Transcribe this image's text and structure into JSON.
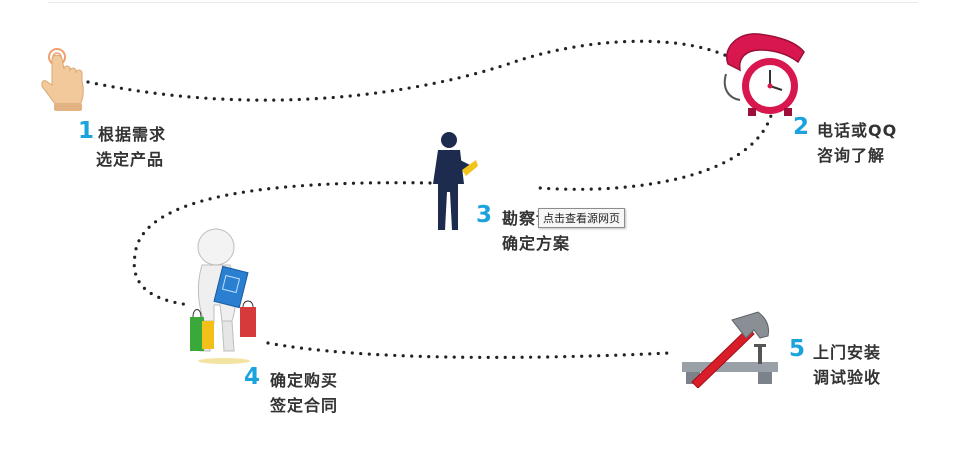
{
  "steps": [
    {
      "num": "1",
      "line1": "根据需求",
      "line2": "选定产品"
    },
    {
      "num": "2",
      "line1": "电话或QQ",
      "line2": "咨询了解"
    },
    {
      "num": "3",
      "line1": "勘察设计",
      "line2": "确定方案"
    },
    {
      "num": "4",
      "line1": "确定购买",
      "line2": "签定合同"
    },
    {
      "num": "5",
      "line1": "上门安装",
      "line2": "调试验收"
    }
  ],
  "tooltip": "点击查看源网页",
  "icons": [
    "hand-pointer-icon",
    "phone-clock-icon",
    "businessman-icon",
    "shopper-icon",
    "hammer-nail-icon"
  ],
  "colors": {
    "accent": "#1aa3dc",
    "text": "#333333",
    "dots": "#222222",
    "phone": "#d8174f"
  }
}
